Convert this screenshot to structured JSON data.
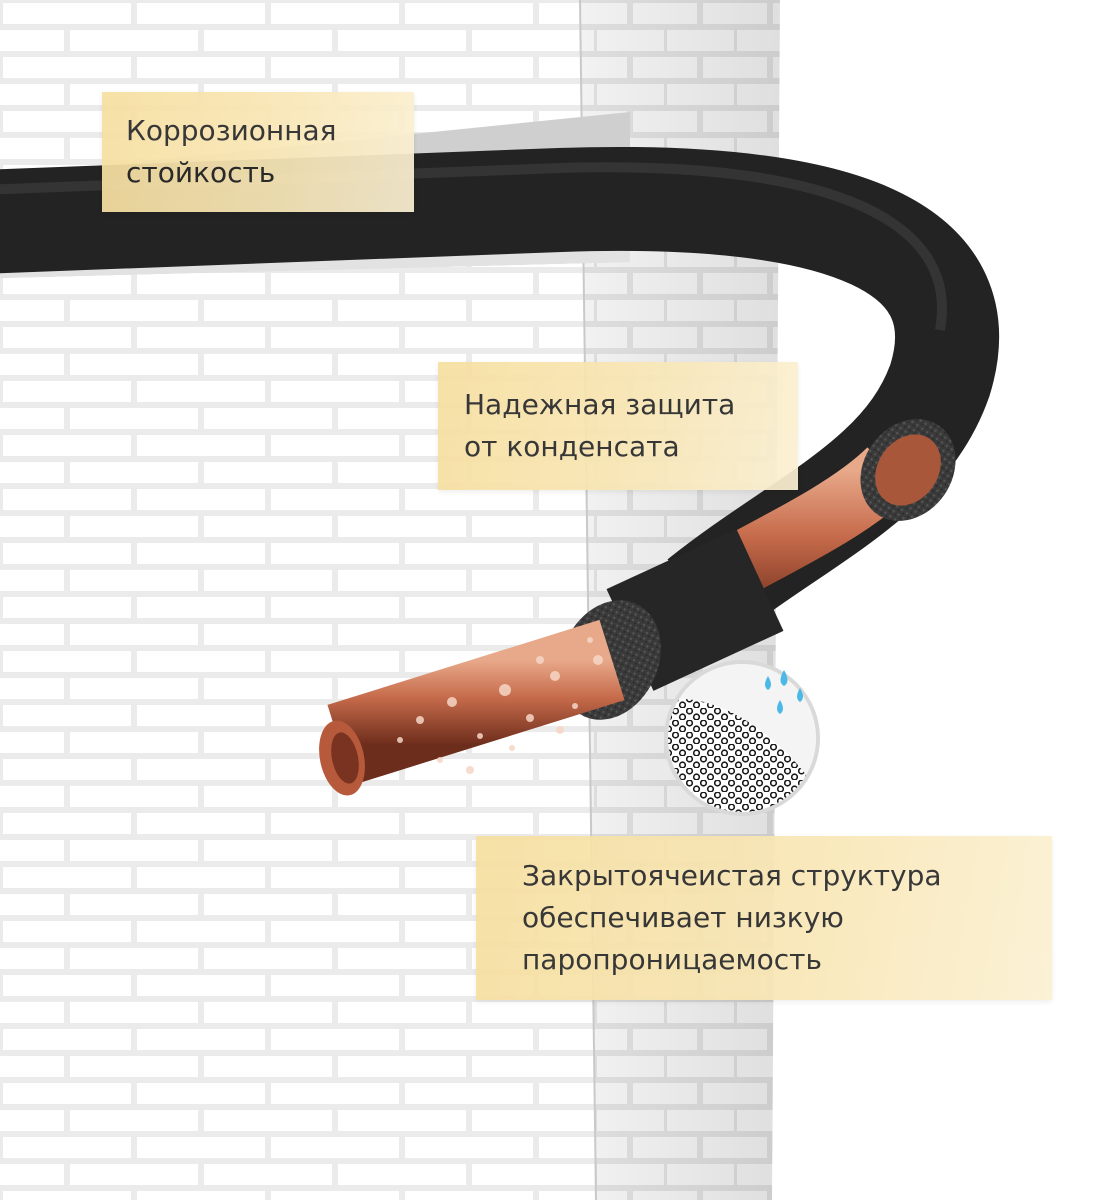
{
  "callouts": [
    {
      "lines": [
        "Коррозионная",
        "стойкость"
      ]
    },
    {
      "lines": [
        "Надежная защита",
        "от конденсата"
      ]
    },
    {
      "lines": [
        "Закрытоячеистая структура",
        "обеспечивает низкую",
        "паропроницаемость"
      ]
    }
  ],
  "colors": {
    "callout_fill": "#f8e4ab",
    "insulation": "#2b2b2b",
    "copper": "#c56a4a",
    "wall": "#ffffff",
    "droplets": "#4bb8e6"
  },
  "icons": {
    "closed-cell": "closed-cell-structure-icon",
    "water": "water-drops-icon"
  }
}
